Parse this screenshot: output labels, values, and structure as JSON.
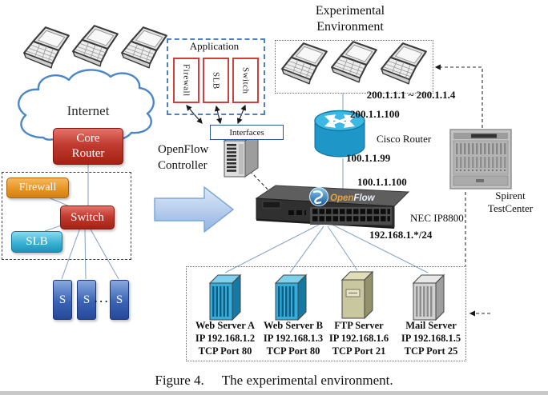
{
  "figure": {
    "caption_label": "Figure 4.",
    "caption_text": "The experimental environment."
  },
  "title": {
    "line1": "Experimental",
    "line2": "Environment"
  },
  "internet_side": {
    "cloud_label": "Internet",
    "core_router_line1": "Core",
    "core_router_line2": "Router",
    "firewall": "Firewall",
    "switch": "Switch",
    "slb": "SLB",
    "s1": "S",
    "s2": "S",
    "s3": "S",
    "ellipsis": ". . ."
  },
  "controller": {
    "application": "Application",
    "module1": "Firewall",
    "module2": "SLB",
    "module3": "Switch",
    "interfaces": "Interfaces",
    "name_line1": "OpenFlow",
    "name_line2": "Controller"
  },
  "testbed": {
    "client_ip_range": "200.1.1.1 ~ 200.1.1.4",
    "router_wan_ip": "200.1.1.100",
    "cisco_router": "Cisco Router",
    "router_lan_ip": "100.1.1.99",
    "openflow_switch_ip": "100.1.1.100",
    "switch_model": "NEC IP8800",
    "openflow_logo_open": "Open",
    "openflow_logo_flow": "Flow",
    "subnet": "192.168.1.*/24",
    "tester_line1": "Spirent",
    "tester_line2": "TestCenter"
  },
  "servers": [
    {
      "name": "Web Server A",
      "ip": "IP 192.168.1.2",
      "port": "TCP Port 80"
    },
    {
      "name": "Web Server B",
      "ip": "IP 192.168.1.3",
      "port": "TCP Port 80"
    },
    {
      "name": "FTP Server",
      "ip": "IP 192.168.1.6",
      "port": "TCP Port 21"
    },
    {
      "name": "Mail Server",
      "ip": "IP 192.168.1.5",
      "port": "TCP Port 25"
    }
  ],
  "colors": {
    "node_red": "#c23b30",
    "node_orange": "#e5921f",
    "node_cyan": "#35aed2",
    "s_box_blue": "#3a63b4",
    "application_border_blue": "#4f81bd",
    "module_border_red": "#cc4040",
    "big_arrow_blue": "#b9cfee",
    "cisco_router_blue": "#2cb0dd",
    "cloud_stroke_blue": "#4a86c8",
    "web_server_cyan": "#35aede",
    "ftp_server_beige": "#c9c79f",
    "mail_server_gray": "#d2d2d2",
    "rack_switch_dark": "#303030"
  },
  "icons": [
    "laptop-icon",
    "internet-cloud-icon",
    "big-arrow-icon",
    "controller-tower-icon",
    "cisco-router-icon",
    "openflow-logo-icon",
    "rack-switch-icon",
    "tester-chassis-icon",
    "server-tower-icon"
  ]
}
